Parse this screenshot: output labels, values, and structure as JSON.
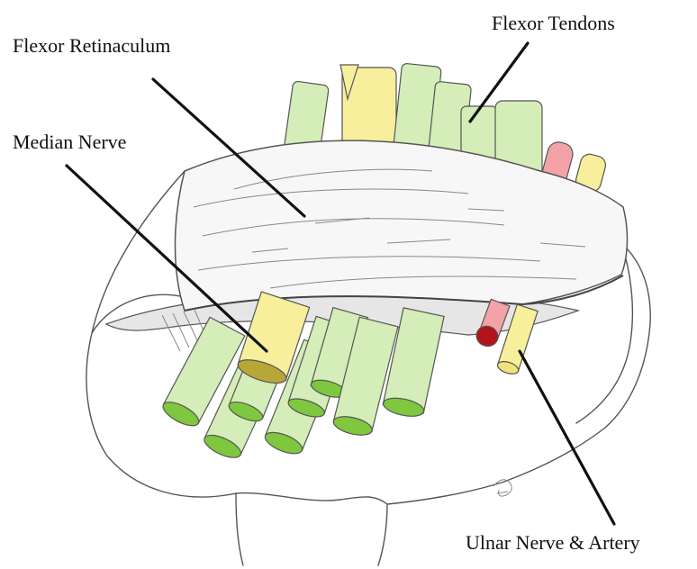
{
  "labels": {
    "flexor_retinaculum": "Flexor Retinaculum",
    "flexor_tendons": "Flexor Tendons",
    "median_nerve": "Median Nerve",
    "ulnar_nerve_artery": "Ulnar Nerve & Artery"
  },
  "colors": {
    "tendon_fill": "#d5edb8",
    "tendon_cut": "#7ec73e",
    "nerve_fill": "#f7ef9b",
    "nerve_cut": "#b8a637",
    "artery_fill": "#f3a3a8",
    "artery_cut": "#b3141b",
    "outline": "#555555",
    "leader_line": "#111111"
  }
}
